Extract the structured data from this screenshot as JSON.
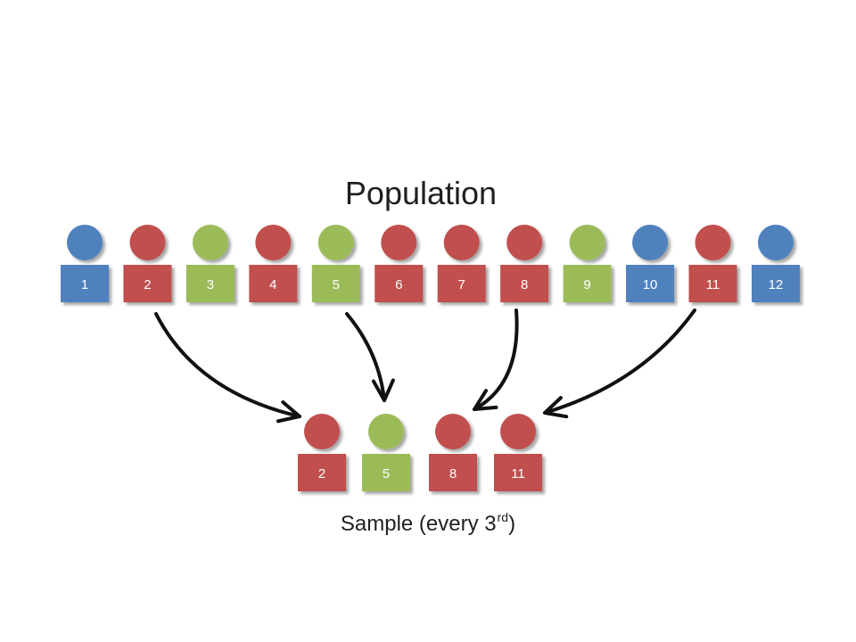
{
  "title": "Population",
  "caption": {
    "text": "Sample (every 3",
    "suffix": "rd",
    "close": ")"
  },
  "colors": {
    "blue": "#4f81bd",
    "red": "#c0504d",
    "green": "#9bbb59",
    "arrow": "#111111"
  },
  "population": [
    {
      "label": "1",
      "color": "blue"
    },
    {
      "label": "2",
      "color": "red"
    },
    {
      "label": "3",
      "color": "green"
    },
    {
      "label": "4",
      "color": "red"
    },
    {
      "label": "5",
      "color": "green"
    },
    {
      "label": "6",
      "color": "red"
    },
    {
      "label": "7",
      "color": "red"
    },
    {
      "label": "8",
      "color": "red"
    },
    {
      "label": "9",
      "color": "green"
    },
    {
      "label": "10",
      "color": "blue"
    },
    {
      "label": "11",
      "color": "red"
    },
    {
      "label": "12",
      "color": "blue"
    }
  ],
  "sample": [
    {
      "label": "2",
      "color": "red"
    },
    {
      "label": "5",
      "color": "green"
    },
    {
      "label": "8",
      "color": "red"
    },
    {
      "label": "11",
      "color": "red"
    }
  ]
}
